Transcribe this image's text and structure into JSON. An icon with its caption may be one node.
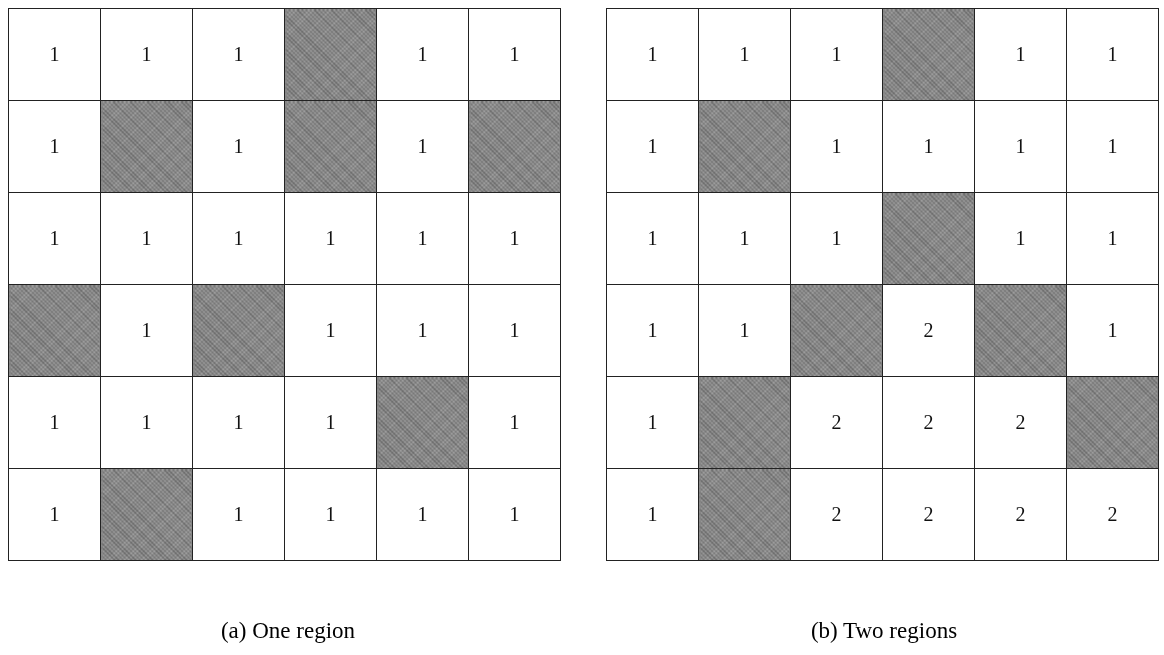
{
  "diagram": {
    "labels": [
      "1",
      "1",
      "1",
      "1",
      "1",
      "1",
      "1",
      "1",
      "1",
      "1",
      "1",
      "1",
      "1",
      "1",
      "1",
      "1",
      "1",
      "1",
      "1",
      "1",
      "1",
      "1",
      "1",
      "1",
      "1",
      "1",
      "1",
      "1",
      "1",
      "1",
      "1",
      "1",
      "1",
      "1",
      "1",
      "1",
      "1",
      "1",
      "1",
      "1",
      "1",
      "1",
      "1",
      "1",
      "1",
      "2",
      "1",
      "1",
      "2",
      "2",
      "2",
      "1",
      "2",
      "2",
      "2",
      "2",
      "(a) One region",
      "(b) Two regions"
    ]
  }
}
